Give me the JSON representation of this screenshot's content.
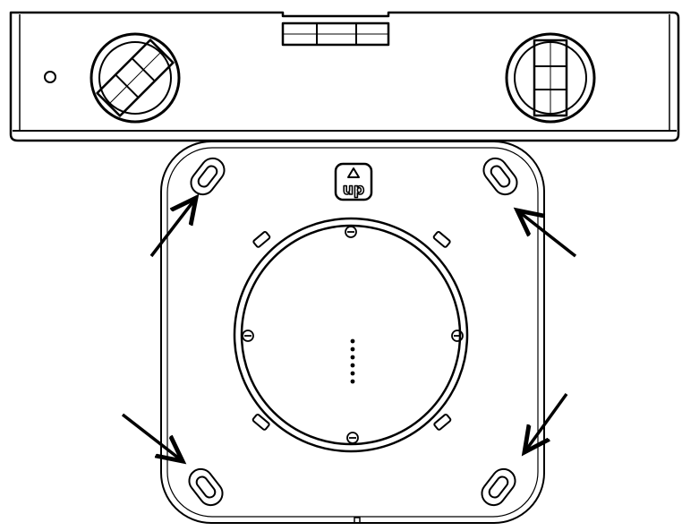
{
  "diagram": {
    "up_badge": {
      "label": "up",
      "icon": "up-triangle-icon"
    },
    "level_tool": {
      "vial_count": 3,
      "left_vial_orientation": "diagonal",
      "right_vial_orientation": "vertical"
    },
    "mounting_plate": {
      "slot_count": 4,
      "screw_count": 4,
      "led_dot_count": 6,
      "arrow_count": 4
    },
    "colors": {
      "stroke": "#000000",
      "background": "#ffffff"
    }
  }
}
